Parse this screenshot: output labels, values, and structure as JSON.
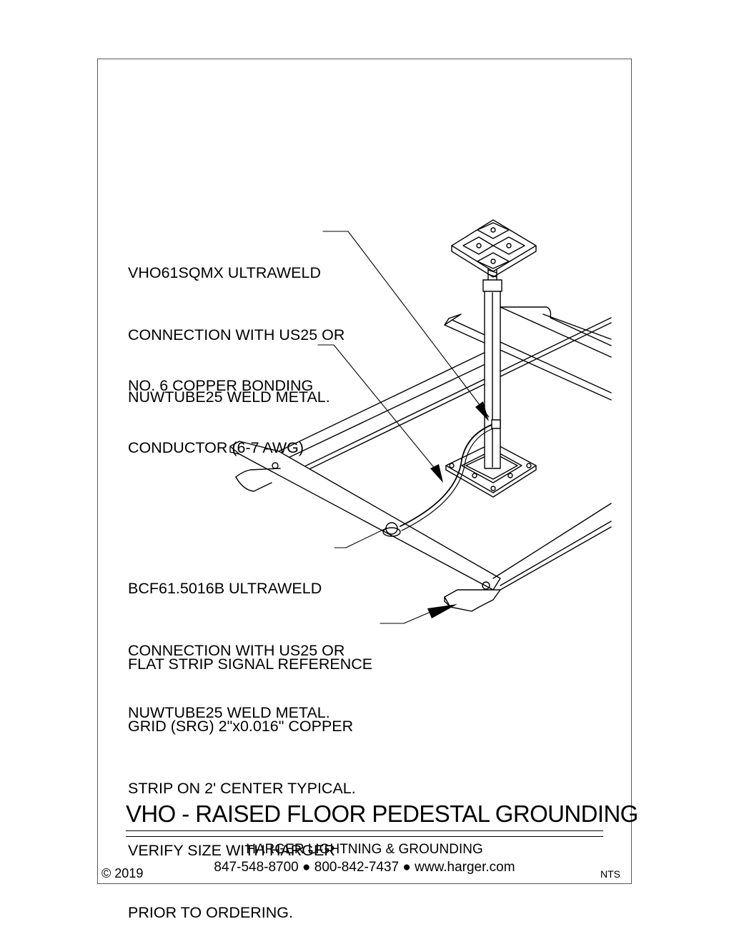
{
  "callouts": [
    {
      "id": "vho61sqmx",
      "lines": [
        "VHO61SQMX ULTRAWELD",
        "CONNECTION WITH US25 OR",
        "NUWTUBE25 WELD METAL."
      ]
    },
    {
      "id": "bonding-conductor",
      "lines": [
        "NO. 6 COPPER BONDING",
        "CONDUCTOR (6-7 AWG)"
      ]
    },
    {
      "id": "bcf61",
      "lines": [
        "BCF61.5016B ULTRAWELD",
        "CONNECTION WITH US25 OR",
        "NUWTUBE25 WELD METAL."
      ]
    },
    {
      "id": "srg-strip",
      "lines": [
        "FLAT STRIP SIGNAL REFERENCE",
        "GRID (SRG) 2\"x0.016\" COPPER",
        "STRIP ON 2' CENTER TYPICAL.",
        "VERIFY SIZE WITH HARGER",
        "PRIOR TO ORDERING."
      ]
    }
  ],
  "title_block": {
    "title": "VHO - RAISED FLOOR PEDESTAL GROUNDING",
    "company": "HARGER LIGHTNING & GROUNDING",
    "contact": "847-548-8700 ● 800-842-7437 ● www.harger.com",
    "copyright_symbol": "©",
    "copyright_year": "2019",
    "scale": "NTS"
  }
}
